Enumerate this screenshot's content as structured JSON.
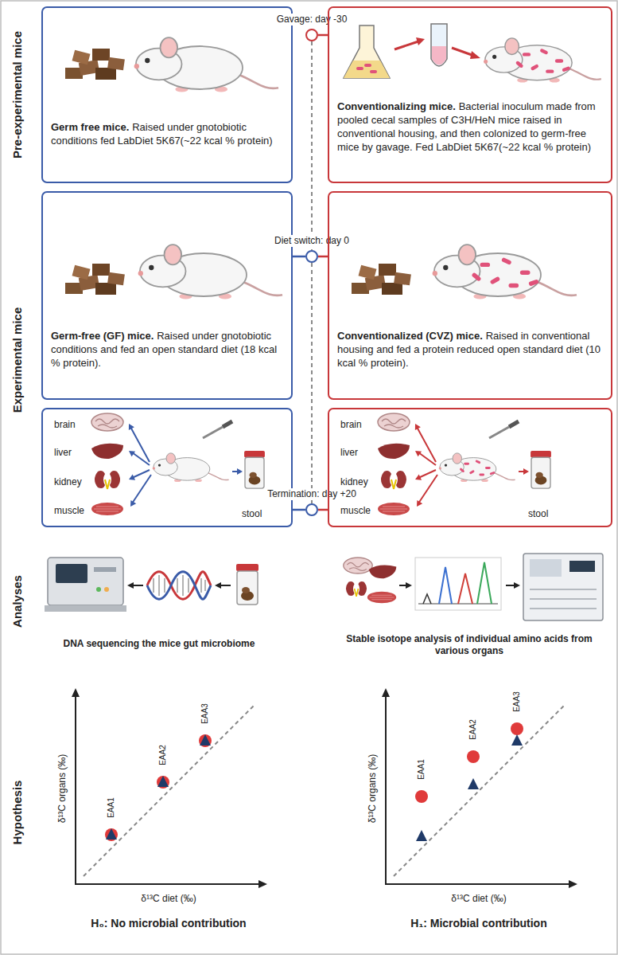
{
  "diagram": {
    "nodes": [
      {
        "text": [
          "Germ free mice.",
          "Raised under gnotobiotic conditions fed LabDiet 5K67(~22 kcal % protein)"
        ]
      },
      {
        "text": [
          "Gavage: day -30"
        ]
      },
      {
        "text": [
          "Conventionalizing mice.",
          "Bacterial inoculum made from pooled cecal samples of C3H/HeN mice raised in conventional housing, and then colonized to germ-free mice by gavage. Fed LabDiet 5K67(~22 kcal % protein)"
        ]
      },
      {
        "text": [
          "Germ-free (GF) mice.",
          "Raised under gnotobiotic conditions and fed an open standard diet (18 kcal % protein)."
        ]
      },
      {
        "text": [
          "Diet switch: day 0"
        ]
      },
      {
        "text": [
          "Conventionalized (CVZ) mice.",
          "Raised in conventional housing and fed a protein reduced open standard diet (10 kcal % protein)."
        ]
      },
      {
        "text": [
          "brain",
          "liver",
          "kidney",
          "muscle",
          "stool"
        ]
      },
      {
        "text": [
          "Termination: day +20"
        ]
      },
      {
        "text": [
          "brain",
          "liver",
          "kidney",
          "muscle",
          "stool"
        ]
      }
    ],
    "edges": [
      {
        "from": 1,
        "to": 2,
        "arrow": "none"
      },
      {
        "from": 1,
        "to": 4,
        "arrow": "none"
      },
      {
        "from": 4,
        "to": 3,
        "arrow": "none"
      },
      {
        "from": 4,
        "to": 5,
        "arrow": "none"
      },
      {
        "from": 4,
        "to": 7,
        "arrow": "none"
      },
      {
        "from": 7,
        "to": 6,
        "arrow": "none"
      },
      {
        "from": 7,
        "to": 8,
        "arrow": "none"
      }
    ],
    "labels": [
      "Pre-experimental mice",
      "Experimental mice",
      "Analyses",
      "DNA sequencing the mice gut microbiome",
      "Stable isotope analysis of individual amino acids from various organs",
      "Hypothesis",
      "δ¹³C organs (‰)",
      "EAA1",
      "EAA2",
      "EAA3",
      "δ¹³C diet (‰)",
      "H₀: No microbial contribution",
      "δ¹³C organs (‰)",
      "EAA1",
      "EAA2",
      "EAA3",
      "δ¹³C diet (‰)",
      "H₁: Microbial contribution"
    ]
  }
}
